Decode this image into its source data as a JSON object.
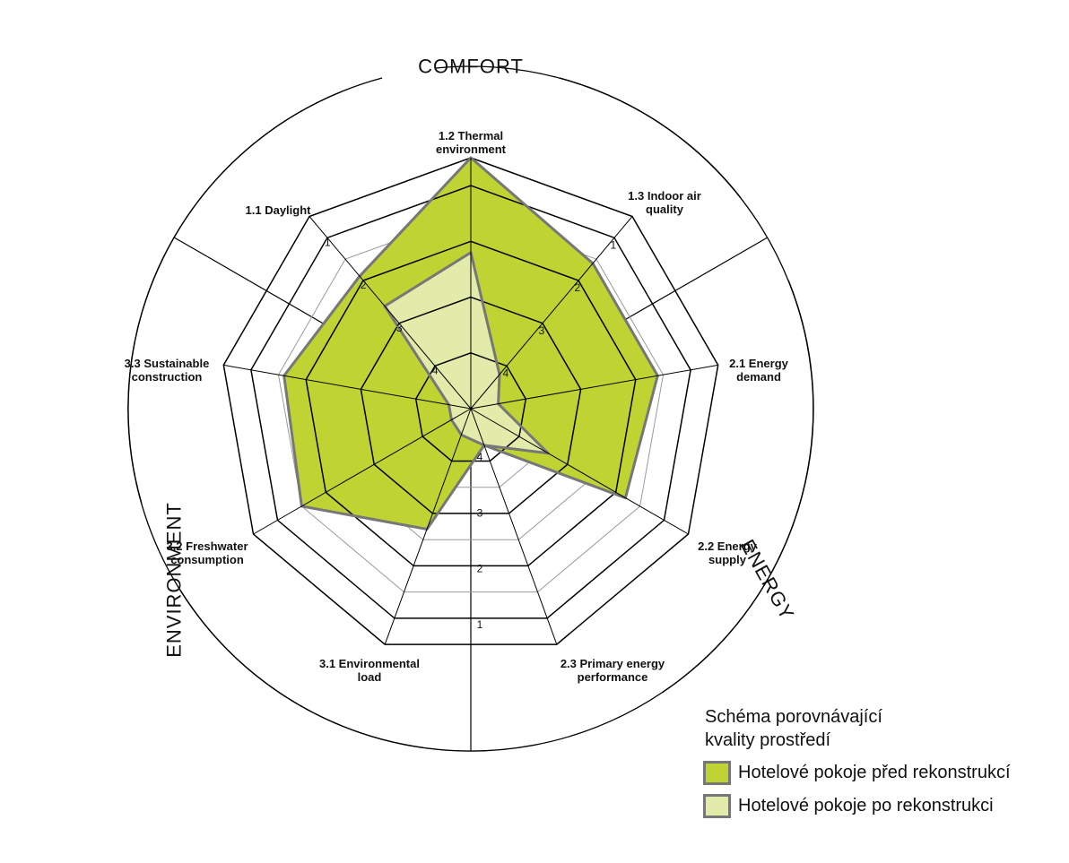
{
  "chart_data": {
    "type": "radar",
    "categories": [
      {
        "code": "1.2",
        "lines": [
          "1.2 Thermal",
          "environment"
        ]
      },
      {
        "code": "1.3",
        "lines": [
          "1.3 Indoor air",
          "quality"
        ]
      },
      {
        "code": "2.1",
        "lines": [
          "2.1 Energy",
          "demand"
        ]
      },
      {
        "code": "2.2",
        "lines": [
          "2.2 Energy",
          "supply"
        ]
      },
      {
        "code": "2.3",
        "lines": [
          "2.3 Primary energy",
          "performance"
        ]
      },
      {
        "code": "3.1",
        "lines": [
          "3.1 Environmental",
          "load"
        ]
      },
      {
        "code": "3.2",
        "lines": [
          "3.2 Freshwater",
          "consumption"
        ]
      },
      {
        "code": "3.3",
        "lines": [
          "3.3 Sustainable",
          "construction"
        ]
      },
      {
        "code": "1.1",
        "lines": [
          "1.1 Daylight"
        ]
      }
    ],
    "scale": {
      "center_value": 5,
      "outer_value": 0.5,
      "tick_values": [
        1,
        2,
        3,
        4
      ],
      "tick_labels": [
        "1",
        "2",
        "3",
        "4"
      ],
      "direction": "reversed: value 1 is outermost, 4 is innermost"
    },
    "groups": [
      {
        "name": "COMFORT",
        "categories": [
          "1.1",
          "1.2",
          "1.3"
        ]
      },
      {
        "name": "ENERGY",
        "categories": [
          "2.1",
          "2.2",
          "2.3"
        ]
      },
      {
        "name": "ENVIRONMENT",
        "categories": [
          "3.1",
          "3.2",
          "3.3"
        ]
      }
    ],
    "series": [
      {
        "name": "Hotelové pokoje před rekonstrukcí",
        "color": "#bfd433",
        "values": [
          0.5,
          1.6,
          1.6,
          1.8,
          4.3,
          2.7,
          1.5,
          1.6,
          1.9
        ]
      },
      {
        "name": "Hotelové pokoje po rekonstrukci",
        "color": "#e2ebaa",
        "values": [
          2.2,
          4.2,
          4.5,
          3.4,
          4.3,
          4.5,
          4.6,
          4.6,
          2.6
        ]
      }
    ],
    "legend": {
      "title_lines": [
        "Schéma porovnávající",
        "kvality prostředí"
      ],
      "placement": "bottom-right"
    },
    "colors": {
      "outline": "#777777",
      "axis": "#000000",
      "grid_major": "#000000",
      "grid_minor": "#9a9a9a"
    }
  }
}
